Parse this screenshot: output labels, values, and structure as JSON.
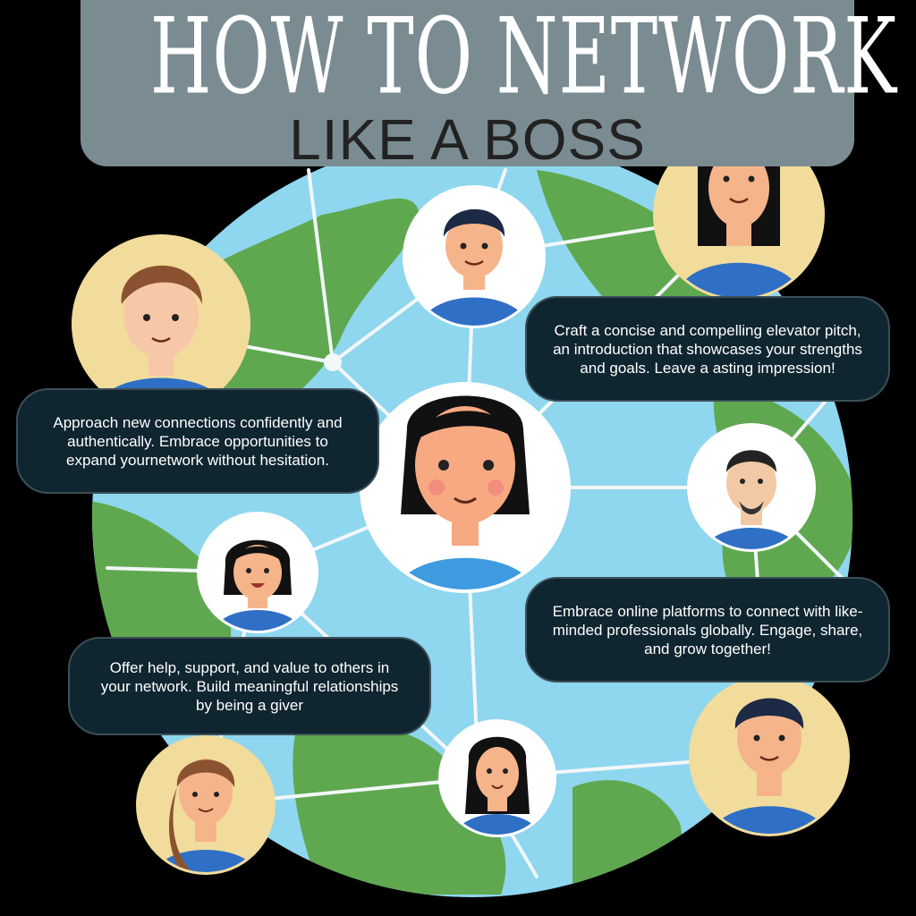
{
  "header": {
    "title": "HOW TO NETWORK",
    "subtitle": "LIKE A BOSS"
  },
  "tips": [
    {
      "text": "Craft a concise and compelling elevator pitch, an introduction that showcases your strengths and goals. Leave a asting impression!"
    },
    {
      "text": "Approach new connections confidently and authentically. Embrace opportunities to expand yournetwork without hesitation."
    },
    {
      "text": "Embrace online platforms to connect with like-minded professionals globally. Engage, share, and grow together!"
    },
    {
      "text": "Offer help, support, and value to others in your network. Build meaningful relationships by being a giver"
    }
  ],
  "colors": {
    "ocean": "#8fd6ef",
    "land": "#5fa84f",
    "bubble": "#0f2530",
    "header": "#7a8c92",
    "shirt": "#2f6fc6",
    "skin": "#f6b48b",
    "portrait_bg_white": "#ffffff",
    "portrait_bg_yellow": "#f1dc9c"
  }
}
